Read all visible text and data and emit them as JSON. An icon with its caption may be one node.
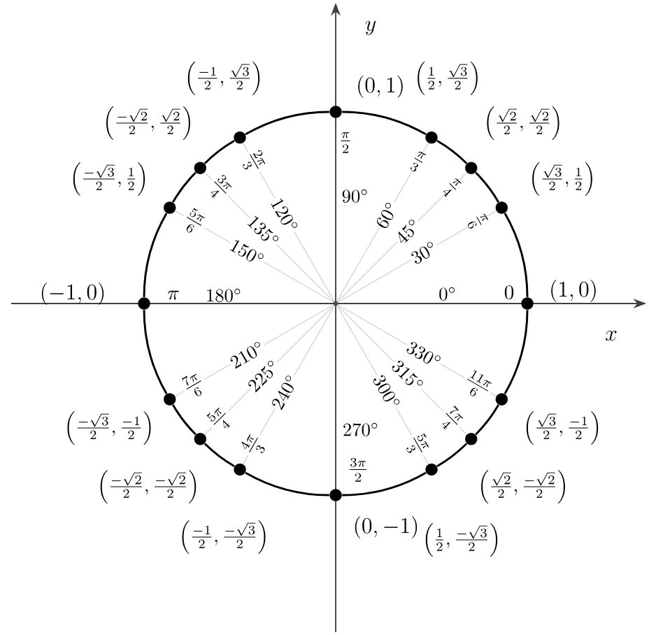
{
  "diagram": {
    "nodes": [
      {
        "text": [],
        "shape": "circle",
        "beside": [
          "(1,0)",
          "0",
          "0^{\\circ}"
        ]
      },
      {
        "text": [],
        "shape": "circle",
        "beside": [
          "\\left(\\frac{\\sqrt{3}}{2},\\frac{1}{2}\\right)",
          "\\frac{\\pi}{6}",
          "30^{\\circ}"
        ]
      },
      {
        "text": [],
        "shape": "circle",
        "beside": [
          "\\left(\\frac{\\sqrt{2}}{2},\\frac{\\sqrt{2}}{2}\\right)",
          "\\frac{\\pi}{4}",
          "45^{\\circ}"
        ]
      },
      {
        "text": [],
        "shape": "circle",
        "beside": [
          "\\left(\\frac{1}{2},\\frac{\\sqrt{3}}{2}\\right)",
          "\\frac{\\pi}{3}",
          "60^{\\circ}"
        ]
      },
      {
        "text": [],
        "shape": "circle",
        "beside": [
          "(0,1)",
          "\\frac{\\pi}{2}",
          "90^{\\circ}"
        ]
      },
      {
        "text": [],
        "shape": "circle",
        "beside": [
          "\\left(\\frac{-1}{2},\\frac{\\sqrt{3}}{2}\\right)",
          "\\frac{2\\pi}{3}",
          "120^{\\circ}"
        ]
      },
      {
        "text": [],
        "shape": "circle",
        "beside": [
          "\\left(\\frac{-\\sqrt{2}}{2},\\frac{\\sqrt{2}}{2}\\right)",
          "\\frac{3\\pi}{4}",
          "135^{\\circ}"
        ]
      },
      {
        "text": [],
        "shape": "circle",
        "beside": [
          "\\left(\\frac{-\\sqrt{3}}{2},\\frac{1}{2}\\right)",
          "\\frac{5\\pi}{6}",
          "150^{\\circ}"
        ]
      },
      {
        "text": [],
        "shape": "circle",
        "beside": [
          "(-1,0)",
          "\\pi",
          "180^{\\circ}"
        ]
      },
      {
        "text": [],
        "shape": "circle",
        "beside": [
          "\\left(\\frac{-\\sqrt{3}}{2},\\frac{-1}{2}\\right)",
          "\\frac{7\\pi}{6}",
          "210^{\\circ}"
        ]
      },
      {
        "text": [],
        "shape": "circle",
        "beside": [
          "\\left(\\frac{-\\sqrt{2}}{2},\\frac{-\\sqrt{2}}{2}\\right)",
          "\\frac{5\\pi}{4}",
          "225^{\\circ}"
        ]
      },
      {
        "text": [],
        "shape": "circle",
        "beside": [
          "\\left(\\frac{-1}{2},\\frac{-\\sqrt{3}}{2}\\right)",
          "\\frac{4\\pi}{3}",
          "240^{\\circ}"
        ]
      },
      {
        "text": [],
        "shape": "circle",
        "beside": [
          "(0,-1)",
          "\\frac{3\\pi}{2}",
          "270^{\\circ}"
        ]
      },
      {
        "text": [],
        "shape": "circle",
        "beside": [
          "\\left(\\frac{1}{2},\\frac{-\\sqrt{3}}{2}\\right)",
          "\\frac{5\\pi}{3}",
          "300^{\\circ}"
        ]
      },
      {
        "text": [],
        "shape": "circle",
        "beside": [
          "\\left(\\frac{\\sqrt{2}}{2},\\frac{-\\sqrt{2}}{2}\\right)",
          "\\frac{7\\pi}{4}",
          "315^{\\circ}"
        ]
      },
      {
        "text": [],
        "shape": "circle",
        "beside": [
          "\\left(\\frac{\\sqrt{3}}{2},\\frac{-1}{2}\\right)",
          "\\frac{11\\pi}{6}",
          "330^{\\circ}"
        ]
      },
      {
        "text": [],
        "shape": "point"
      }
    ],
    "edges": [
      {
        "from": 0,
        "to": 1,
        "arrow": "none"
      },
      {
        "from": 1,
        "to": 2,
        "arrow": "none"
      },
      {
        "from": 2,
        "to": 3,
        "arrow": "none"
      },
      {
        "from": 3,
        "to": 4,
        "arrow": "none"
      },
      {
        "from": 4,
        "to": 5,
        "arrow": "none"
      },
      {
        "from": 5,
        "to": 6,
        "arrow": "none"
      },
      {
        "from": 6,
        "to": 7,
        "arrow": "none"
      },
      {
        "from": 7,
        "to": 8,
        "arrow": "none"
      },
      {
        "from": 8,
        "to": 9,
        "arrow": "none"
      },
      {
        "from": 9,
        "to": 10,
        "arrow": "none"
      },
      {
        "from": 10,
        "to": 11,
        "arrow": "none"
      },
      {
        "from": 11,
        "to": 12,
        "arrow": "none"
      },
      {
        "from": 12,
        "to": 13,
        "arrow": "none"
      },
      {
        "from": 13,
        "to": 14,
        "arrow": "none"
      },
      {
        "from": 14,
        "to": 15,
        "arrow": "none"
      },
      {
        "from": 15,
        "to": 0,
        "arrow": "none"
      },
      {
        "from": 16,
        "to": 1,
        "arrow": "none",
        "color": "#d3d3d3"
      },
      {
        "from": 16,
        "to": 2,
        "arrow": "none",
        "color": "#d3d3d3"
      },
      {
        "from": 16,
        "to": 3,
        "arrow": "none",
        "color": "#d3d3d3"
      },
      {
        "from": 16,
        "to": 5,
        "arrow": "none",
        "color": "#d3d3d3"
      },
      {
        "from": 16,
        "to": 6,
        "arrow": "none",
        "color": "#d3d3d3"
      },
      {
        "from": 16,
        "to": 7,
        "arrow": "none",
        "color": "#d3d3d3"
      },
      {
        "from": 16,
        "to": 9,
        "arrow": "none",
        "color": "#d3d3d3"
      },
      {
        "from": 16,
        "to": 10,
        "arrow": "none",
        "color": "#d3d3d3"
      },
      {
        "from": 16,
        "to": 11,
        "arrow": "none",
        "color": "#d3d3d3"
      },
      {
        "from": 16,
        "to": 13,
        "arrow": "none",
        "color": "#d3d3d3"
      },
      {
        "from": 16,
        "to": 14,
        "arrow": "none",
        "color": "#d3d3d3"
      },
      {
        "from": 16,
        "to": 15,
        "arrow": "none",
        "color": "#d3d3d3"
      }
    ],
    "labels": [
      "x",
      "y"
    ]
  }
}
